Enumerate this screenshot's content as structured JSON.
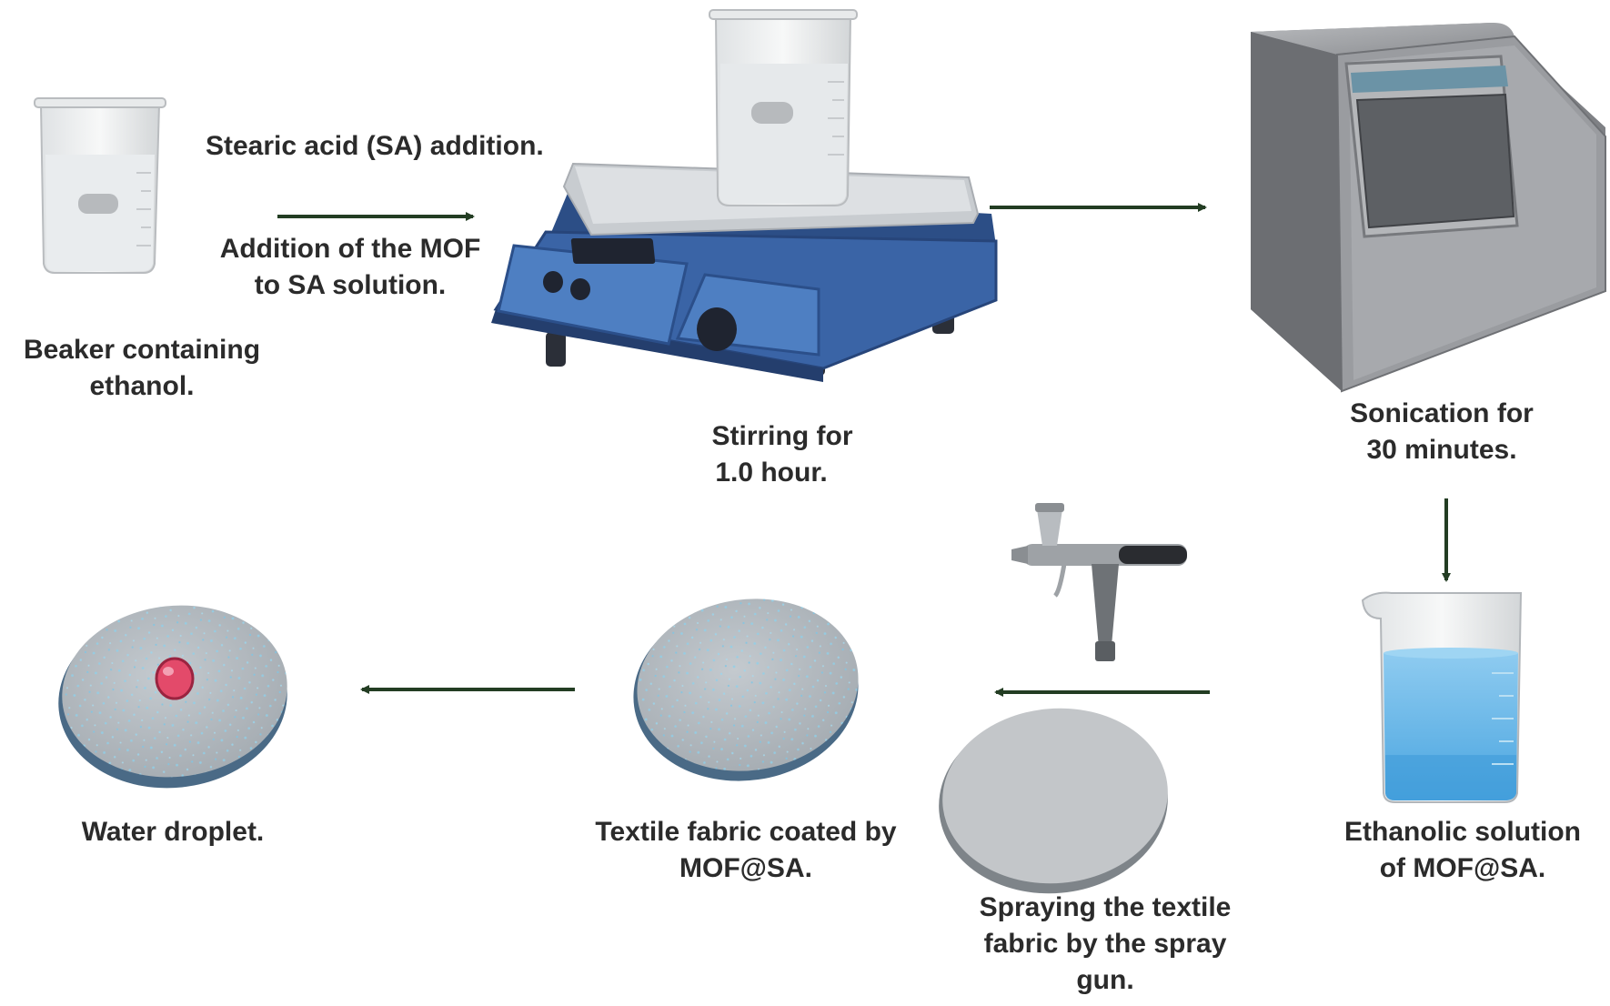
{
  "labels": {
    "beaker_ethanol": [
      "Beaker containing",
      "ethanol."
    ],
    "sa_addition": "Stearic acid (SA) addition.",
    "mof_addition": [
      "Addition of the MOF",
      "to SA solution."
    ],
    "stirring": [
      "Stirring for",
      "1.0 hour."
    ],
    "sonication": [
      "Sonication for",
      "30 minutes."
    ],
    "ethanolic_solution": [
      "Ethanolic solution",
      "of MOF@SA."
    ],
    "spraying": [
      "Spraying the textile",
      "fabric by the spray",
      "gun."
    ],
    "coated_fabric": [
      "Textile fabric coated by",
      "MOF@SA."
    ],
    "water_droplet": "Water droplet."
  },
  "colors": {
    "arrow": "#233d23",
    "stirrer_body": "#2e4f8a",
    "stirrer_panel": "#4a77b8",
    "sonicator_body": "#8e9094",
    "solution_blue": "#6fb5e6",
    "droplet": "#e34a6a",
    "fabric": "#a9b0b6"
  },
  "icons": [
    "beaker-icon",
    "magnetic-stirrer-icon",
    "sonicator-icon",
    "blue-solution-beaker-icon",
    "spray-gun-icon",
    "textile-fabric-icon",
    "coated-fabric-icon",
    "water-droplet-icon"
  ]
}
